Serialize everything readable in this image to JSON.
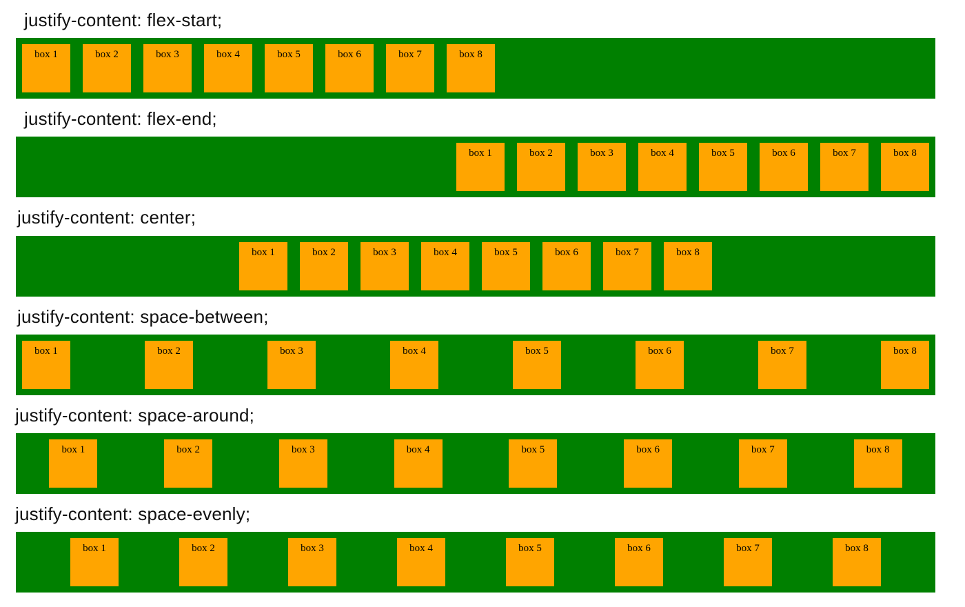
{
  "page": {
    "background": "#ffffff"
  },
  "colors": {
    "container_green": "#008000",
    "box_orange": "#ffa500",
    "heading_text": "#111111",
    "box_text": "#000000"
  },
  "sections": [
    {
      "heading": "justify-content: flex-start;",
      "justify": "flex-start",
      "boxes": [
        "box 1",
        "box 2",
        "box 3",
        "box 4",
        "box 5",
        "box 6",
        "box 7",
        "box 8"
      ]
    },
    {
      "heading": "justify-content: flex-end;",
      "justify": "flex-end",
      "boxes": [
        "box 1",
        "box 2",
        "box 3",
        "box 4",
        "box 5",
        "box 6",
        "box 7",
        "box 8"
      ]
    },
    {
      "heading": "justify-content: center;",
      "justify": "center",
      "boxes": [
        "box 1",
        "box 2",
        "box 3",
        "box 4",
        "box 5",
        "box 6",
        "box 7",
        "box 8"
      ]
    },
    {
      "heading": "justify-content: space-between;",
      "justify": "space-between",
      "boxes": [
        "box 1",
        "box 2",
        "box 3",
        "box 4",
        "box 5",
        "box 6",
        "box 7",
        "box 8"
      ]
    },
    {
      "heading": "justify-content: space-around;",
      "justify": "space-around",
      "boxes": [
        "box 1",
        "box 2",
        "box 3",
        "box 4",
        "box 5",
        "box 6",
        "box 7",
        "box 8"
      ]
    },
    {
      "heading": "justify-content: space-evenly;",
      "justify": "space-evenly",
      "boxes": [
        "box 1",
        "box 2",
        "box 3",
        "box 4",
        "box 5",
        "box 6",
        "box 7",
        "box 8"
      ]
    }
  ]
}
